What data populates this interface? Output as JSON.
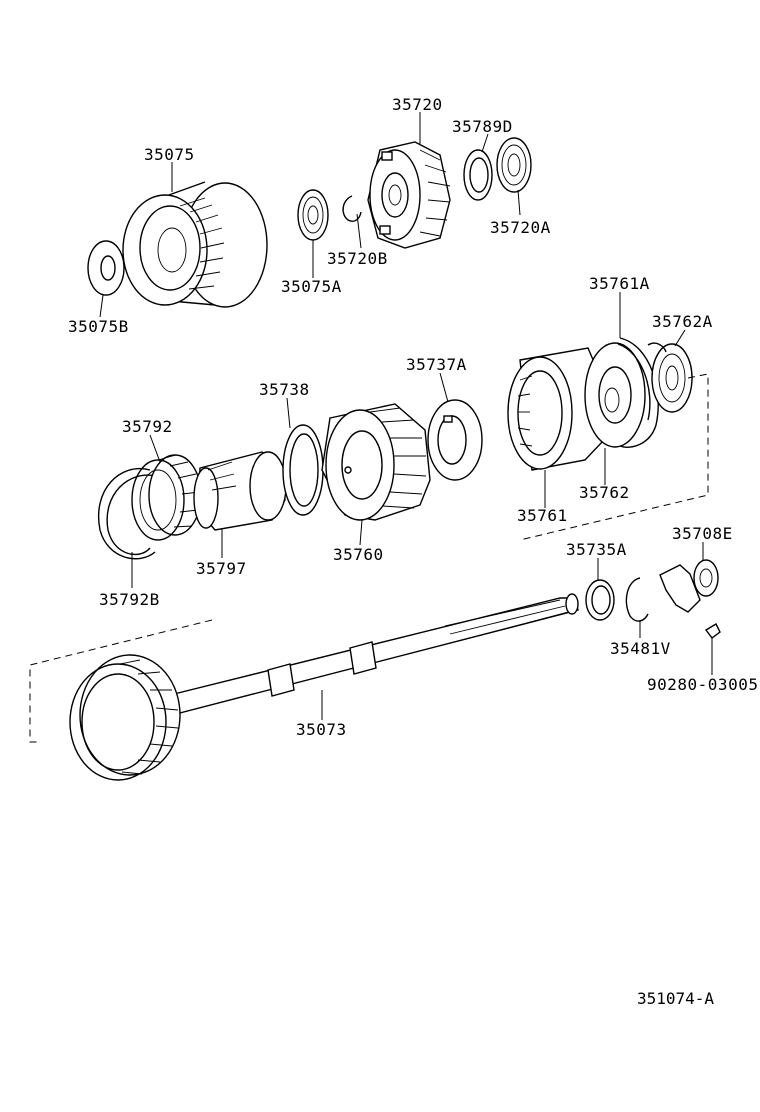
{
  "diagram": {
    "reference_code": "351074-A",
    "parts": [
      {
        "id": "p35720",
        "number": "35720"
      },
      {
        "id": "p35789D",
        "number": "35789D"
      },
      {
        "id": "p35075",
        "number": "35075"
      },
      {
        "id": "p35720A",
        "number": "35720A"
      },
      {
        "id": "p35720B",
        "number": "35720B"
      },
      {
        "id": "p35075A",
        "number": "35075A"
      },
      {
        "id": "p35075B",
        "number": "35075B"
      },
      {
        "id": "p35761A",
        "number": "35761A"
      },
      {
        "id": "p35762A",
        "number": "35762A"
      },
      {
        "id": "p35737A",
        "number": "35737A"
      },
      {
        "id": "p35738",
        "number": "35738"
      },
      {
        "id": "p35792",
        "number": "35792"
      },
      {
        "id": "p35762",
        "number": "35762"
      },
      {
        "id": "p35761",
        "number": "35761"
      },
      {
        "id": "p35708E",
        "number": "35708E"
      },
      {
        "id": "p35735A",
        "number": "35735A"
      },
      {
        "id": "p35760",
        "number": "35760"
      },
      {
        "id": "p35797",
        "number": "35797"
      },
      {
        "id": "p35792B",
        "number": "35792B"
      },
      {
        "id": "p35481V",
        "number": "35481V"
      },
      {
        "id": "p90280",
        "number": "90280-03005"
      },
      {
        "id": "p35073",
        "number": "35073"
      }
    ]
  }
}
